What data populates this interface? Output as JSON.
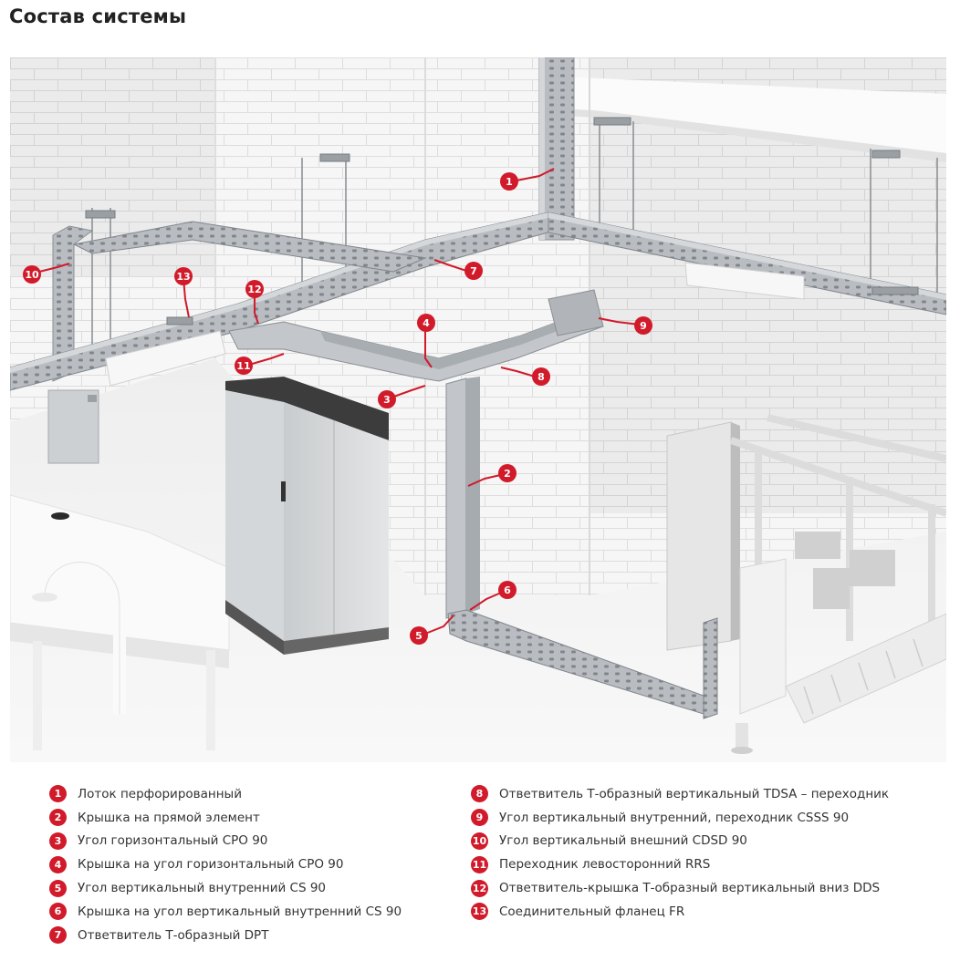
{
  "title": "Состав системы",
  "accent_color": "#d11a2a",
  "callouts": [
    {
      "num": "1"
    },
    {
      "num": "2"
    },
    {
      "num": "3"
    },
    {
      "num": "4"
    },
    {
      "num": "5"
    },
    {
      "num": "6"
    },
    {
      "num": "7"
    },
    {
      "num": "8"
    },
    {
      "num": "9"
    },
    {
      "num": "10"
    },
    {
      "num": "11"
    },
    {
      "num": "12"
    },
    {
      "num": "13"
    }
  ],
  "legend_left": [
    {
      "num": "1",
      "label": "Лоток перфорированный"
    },
    {
      "num": "2",
      "label": "Крышка на прямой элемент"
    },
    {
      "num": "3",
      "label": "Угол горизонтальный CPO 90"
    },
    {
      "num": "4",
      "label": "Крышка на угол горизонтальный CPO 90"
    },
    {
      "num": "5",
      "label": "Угол вертикальный внутренний CS 90"
    },
    {
      "num": "6",
      "label": "Крышка на угол вертикальный внутренний CS 90"
    },
    {
      "num": "7",
      "label": "Ответвитель Т-образный DPT"
    }
  ],
  "legend_right": [
    {
      "num": "8",
      "label": "Ответвитель Т-образный вертикальный TDSA – переходник"
    },
    {
      "num": "9",
      "label": "Угол вертикальный внутренний, переходник CSSS 90"
    },
    {
      "num": "10",
      "label": "Угол вертикальный внешний CDSD 90"
    },
    {
      "num": "11",
      "label": "Переходник левосторонний RRS"
    },
    {
      "num": "12",
      "label": "Ответвитель-крышка Т-образный вертикальный вниз DDS"
    },
    {
      "num": "13",
      "label": "Соединительный фланец FR"
    }
  ]
}
